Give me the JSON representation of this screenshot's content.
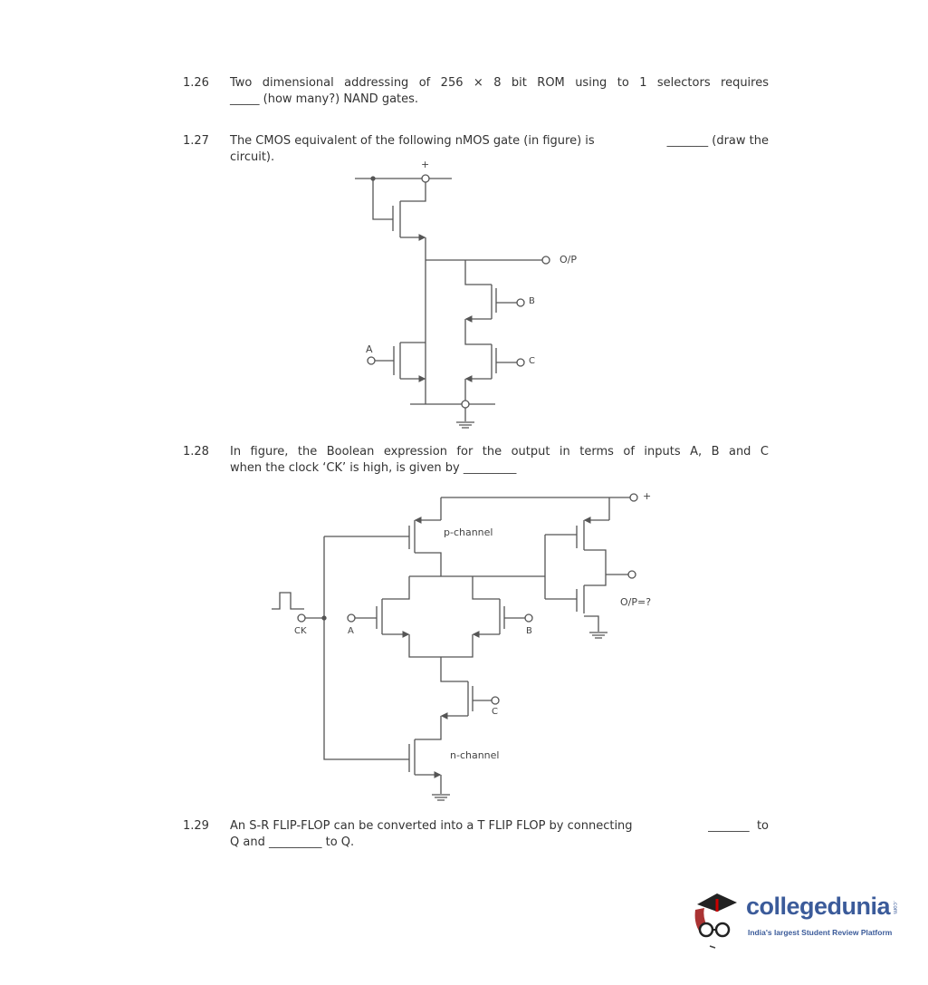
{
  "questions": [
    {
      "num": "1.26",
      "line1": "Two dimensional addressing of 256 × 8 bit ROM using to 1 selectors requires",
      "blank": "_____",
      "line2": "(how many?) NAND gates."
    },
    {
      "num": "1.27",
      "line1a": "The CMOS equivalent of the following nMOS gate (in figure) is",
      "blank": "_______",
      "line1b": "(draw the",
      "line2": "circuit)."
    },
    {
      "num": "1.28",
      "line1": "In figure, the Boolean expression for the output in terms of inputs A, B and C",
      "line2": "when the clock ‘CK’ is high, is given by",
      "blank": "_________"
    },
    {
      "num": "1.29",
      "line1a": "An S-R FLIP-FLOP can be converted into a T FLIP FLOP by connecting",
      "blank1": "_______",
      "line1b": "to",
      "line2a": "Q and",
      "blank2": "_________",
      "line2b": "to Q."
    }
  ],
  "fig1": {
    "plus": "+",
    "out": "O/P",
    "a": "A",
    "b": "B",
    "c": "C"
  },
  "fig2": {
    "plus": "+",
    "pch": "p-channel",
    "nch": "n-channel",
    "ck": "CK",
    "a": "A",
    "b": "B",
    "c": "C",
    "out": "O/P=?"
  },
  "logo": {
    "brand": "collegedunia",
    "dotcom": ".com",
    "tagline": "India's largest Student Review Platform"
  }
}
